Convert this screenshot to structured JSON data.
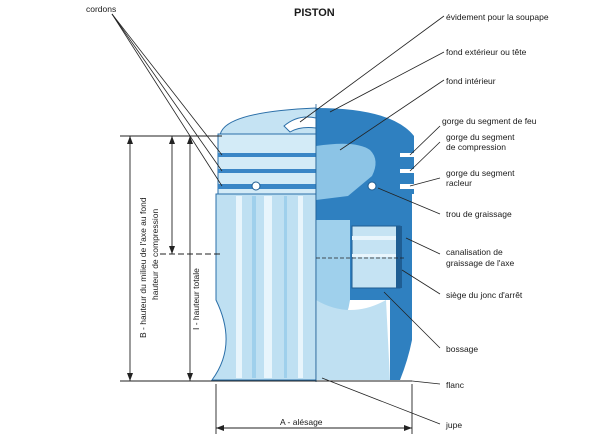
{
  "title": "PISTON",
  "labels": {
    "cordons": "cordons",
    "evidement": "évidement pour la soupape",
    "fond_exterieur": "fond extérieur ou tête",
    "fond_interieur": "fond intérieur",
    "gorge_feu": "gorge du segment de feu",
    "gorge_compression_1": "gorge du segment",
    "gorge_compression_2": "de compression",
    "gorge_racleur_1": "gorge du segment",
    "gorge_racleur_2": "racleur",
    "trou_graissage": "trou de graissage",
    "canalisation_1": "canalisation de",
    "canalisation_2": "graissage de l'axe",
    "siege_jonc": "siège du jonc d'arrêt",
    "bossage": "bossage",
    "flanc": "flanc",
    "jupe": "jupe"
  },
  "dimensions": {
    "alesage": "A - alésage",
    "hauteur_totale": "I - hauteur totale",
    "hauteur_axe_1": "B - hauteur du milieu de l'axe au fond",
    "hauteur_axe_2": "hauteur de compression"
  },
  "colors": {
    "light_blue": "#c5e3f3",
    "mid_blue": "#8cc4e6",
    "dark_blue": "#2f80c0",
    "line": "#222222"
  }
}
